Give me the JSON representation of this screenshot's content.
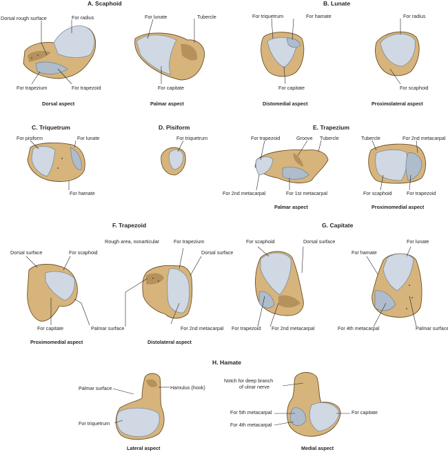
{
  "sections": {
    "a": "A. Scaphoid",
    "b": "B. Lunate",
    "c": "C. Triquetrum",
    "d": "D. Pisiform",
    "e": "E. Trapezium",
    "f": "F. Trapezoid",
    "g": "G. Capitate",
    "h": "H. Hamate"
  },
  "aspects": {
    "dorsal": "Dorsal aspect",
    "palmar": "Palmar aspect",
    "distomedial": "Distomedial aspect",
    "proximolateral": "Proximolateral aspect",
    "palmar_e": "Palmar aspect",
    "proximomedial_e": "Proximomedial aspect",
    "proximomedial_f": "Proximomedial aspect",
    "distolateral": "Distolateral aspect",
    "lateral": "Lateral aspect",
    "medial": "Medial aspect"
  },
  "labels": {
    "a_dorsal_rough": "Dorsal rough surface",
    "a_for_radius": "For radius",
    "a_for_trapezium": "For trapezium",
    "a_for_trapezoid": "For trapezoid",
    "a_for_lunate": "For lunate",
    "a_tubercle": "Tubercle",
    "a_for_capitate": "For capitate",
    "b_for_triquetrum": "For triquetrum",
    "b_for_hamate": "For hamate",
    "b_for_capitate": "For capitate",
    "b_for_radius": "For radius",
    "b_for_scaphoid": "For scaphoid",
    "c_for_pisiform": "For pisiform",
    "c_for_lunate": "For lunate",
    "c_for_hamate": "For hamate",
    "d_for_triquetrum": "For triquetrum",
    "e_for_trapezoid": "For trapezoid",
    "e_groove": "Groove",
    "e_tubercle": "Tubercle",
    "e_for_2nd_meta": "For 2nd metacarpal",
    "e_for_1st_meta": "For 1st metacarpal",
    "e2_tubercle": "Tubercle",
    "e2_for_2nd_meta": "For 2nd metacarpal",
    "e2_for_scaphoid": "For scaphoid",
    "e2_for_trapezoid": "For trapezoid",
    "f_dorsal_surface": "Dorsal surface",
    "f_for_scaphoid": "For scaphoid",
    "f_for_capitate": "For capitate",
    "f_palmar_surface": "Palmar surface",
    "f_rough_area": "Rough area, nonarticular",
    "f_for_trapezium": "For trapezium",
    "f2_dorsal_surface": "Dorsal surface",
    "f_for_2nd_meta": "For 2nd metacarpal",
    "g_for_scaphoid": "For scaphoid",
    "g_dorsal_surface": "Dorsal surface",
    "g_for_trapezoid": "For trapezoid",
    "g_for_2nd_meta": "For 2nd metacarpal",
    "g_for_hamate": "For hamate",
    "g_for_lunate": "For lunate",
    "g_for_4th_meta": "For 4th metacarpal",
    "g_palmar_surface": "Palmar surface",
    "h_palmar_surface": "Palmar surface",
    "h_hamulus": "Hamulus (hook)",
    "h_for_triquetrum": "For triquetrum",
    "h_notch_1": "Notch for deep branch",
    "h_notch_2": "of ulnar nerve",
    "h_for_5th_meta": "For 5th metacarpal",
    "h_for_4th_meta": "For 4th metacarpal",
    "h_for_capitate": "For capitate"
  }
}
